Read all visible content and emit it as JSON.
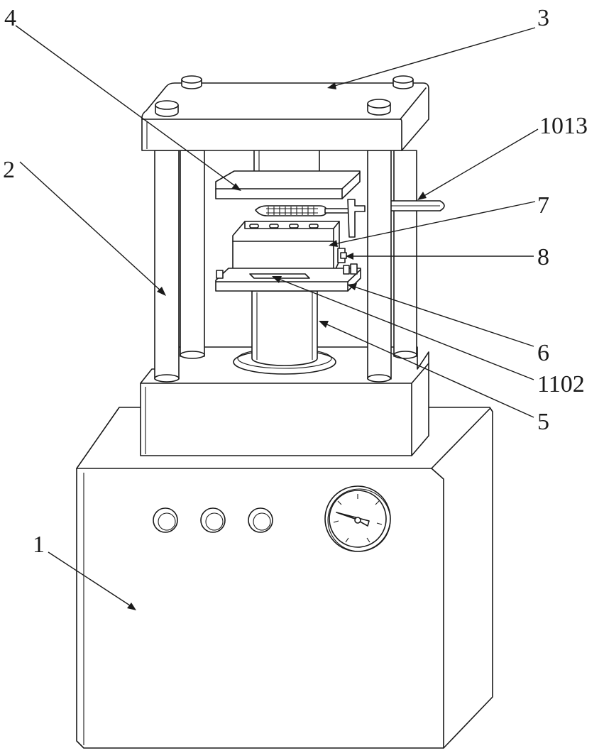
{
  "labels": {
    "base_cabinet": "1",
    "guide_column": "2",
    "top_plate": "3",
    "upper_platen": "4",
    "lower_cylinder": "5",
    "lower_platen": "6",
    "mold_box": "7",
    "side_clamp": "8",
    "heater_rod": "1013",
    "plate_slot": "1102"
  },
  "colors": {
    "line": "#1a1a1a",
    "background": "#ffffff"
  }
}
